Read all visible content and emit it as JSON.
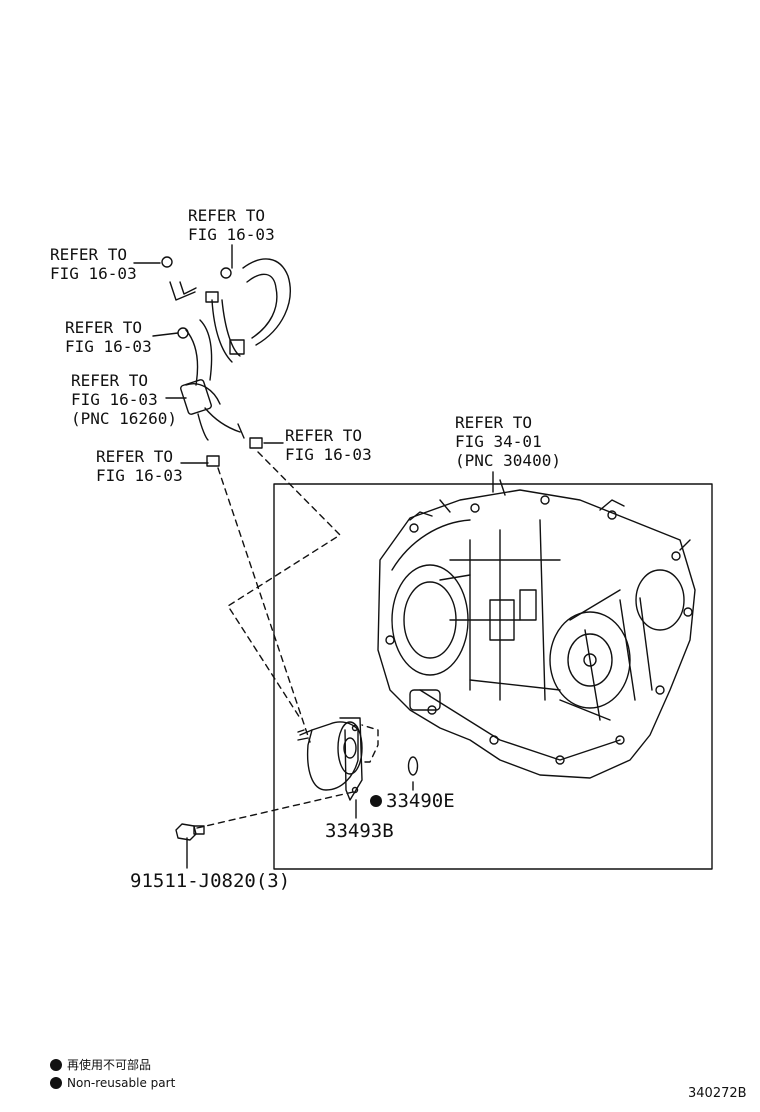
{
  "callouts": [
    {
      "id": "ref1",
      "lines": [
        "REFER TO",
        "FIG 16-03"
      ]
    },
    {
      "id": "ref2",
      "lines": [
        "REFER TO",
        "FIG 16-03"
      ]
    },
    {
      "id": "ref3",
      "lines": [
        "REFER TO",
        "FIG 16-03"
      ]
    },
    {
      "id": "ref4",
      "lines": [
        "REFER TO",
        "FIG 16-03",
        "(PNC 16260)"
      ]
    },
    {
      "id": "ref5",
      "lines": [
        "REFER TO",
        "FIG 16-03"
      ]
    },
    {
      "id": "ref6",
      "lines": [
        "REFER TO",
        "FIG 16-03"
      ]
    },
    {
      "id": "ref7",
      "lines": [
        "REFER TO",
        "FIG 34-01",
        "(PNC 30400)"
      ]
    }
  ],
  "parts": {
    "oring": "33490E",
    "cooler": "33493B",
    "bolt": "91511-J0820(3)"
  },
  "legend": {
    "jp": "再使用不可部品",
    "en": "Non-reusable part"
  },
  "figure_number": "340272B"
}
